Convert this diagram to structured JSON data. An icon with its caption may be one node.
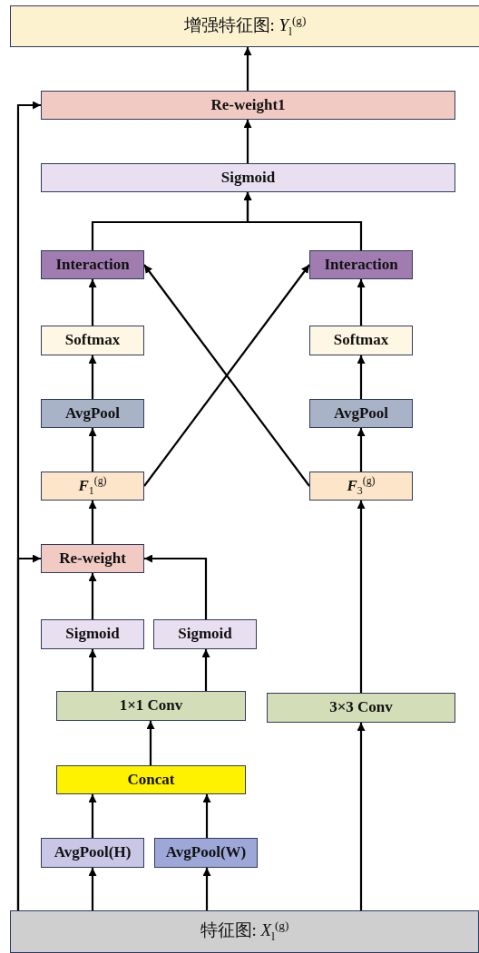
{
  "diagram": {
    "nodes": [
      {
        "text": [
          "增强特征图: *Y*$_{l}$$^{(g)}$"
        ]
      },
      {
        "text": [
          "Re-weight1"
        ]
      },
      {
        "text": [
          "Sigmoid"
        ]
      },
      {
        "text": [
          "Interaction"
        ]
      },
      {
        "text": [
          "Interaction"
        ]
      },
      {
        "text": [
          "Softmax"
        ]
      },
      {
        "text": [
          "Softmax"
        ]
      },
      {
        "text": [
          "AvgPool"
        ]
      },
      {
        "text": [
          "AvgPool"
        ]
      },
      {
        "text": [
          "*F*$_{1}$$^{(g)}$"
        ]
      },
      {
        "text": [
          "*F*$_{3}$$^{(g)}$"
        ]
      },
      {
        "text": [
          "Re-weight"
        ]
      },
      {
        "text": [
          "Sigmoid"
        ]
      },
      {
        "text": [
          "Sigmoid"
        ]
      },
      {
        "text": [
          "1×1 Conv"
        ]
      },
      {
        "text": [
          "3×3 Conv"
        ]
      },
      {
        "text": [
          "Concat"
        ]
      },
      {
        "text": [
          "AvgPool(H)"
        ]
      },
      {
        "text": [
          "AvgPool(W)"
        ]
      },
      {
        "text": [
          "特征图: *X*$_{l}$$^{(g)}$"
        ]
      }
    ],
    "edges": [
      {
        "from": 1,
        "to": 0,
        "arrow": "to"
      },
      {
        "from": 2,
        "to": 1,
        "arrow": "to"
      },
      {
        "from": 3,
        "to": 2,
        "arrow": "to"
      },
      {
        "from": 4,
        "to": 2,
        "arrow": "to"
      },
      {
        "from": 5,
        "to": 3,
        "arrow": "to"
      },
      {
        "from": 6,
        "to": 4,
        "arrow": "to"
      },
      {
        "from": 7,
        "to": 5,
        "arrow": "to"
      },
      {
        "from": 8,
        "to": 6,
        "arrow": "to"
      },
      {
        "from": 9,
        "to": 7,
        "arrow": "to"
      },
      {
        "from": 10,
        "to": 8,
        "arrow": "to"
      },
      {
        "from": 9,
        "to": 4,
        "arrow": "to"
      },
      {
        "from": 10,
        "to": 3,
        "arrow": "to"
      },
      {
        "from": 11,
        "to": 9,
        "arrow": "to"
      },
      {
        "from": 12,
        "to": 11,
        "arrow": "to"
      },
      {
        "from": 13,
        "to": 11,
        "arrow": "to"
      },
      {
        "from": 14,
        "to": 12,
        "arrow": "to"
      },
      {
        "from": 14,
        "to": 13,
        "arrow": "to"
      },
      {
        "from": 16,
        "to": 14,
        "arrow": "to"
      },
      {
        "from": 17,
        "to": 16,
        "arrow": "to"
      },
      {
        "from": 18,
        "to": 16,
        "arrow": "to"
      },
      {
        "from": 19,
        "to": 17,
        "arrow": "to"
      },
      {
        "from": 19,
        "to": 18,
        "arrow": "to"
      },
      {
        "from": 15,
        "to": 10,
        "arrow": "to"
      },
      {
        "from": 19,
        "to": 15,
        "arrow": "to"
      },
      {
        "from": 19,
        "to": 11,
        "arrow": "to"
      },
      {
        "from": 19,
        "to": 1,
        "arrow": "to"
      }
    ]
  }
}
